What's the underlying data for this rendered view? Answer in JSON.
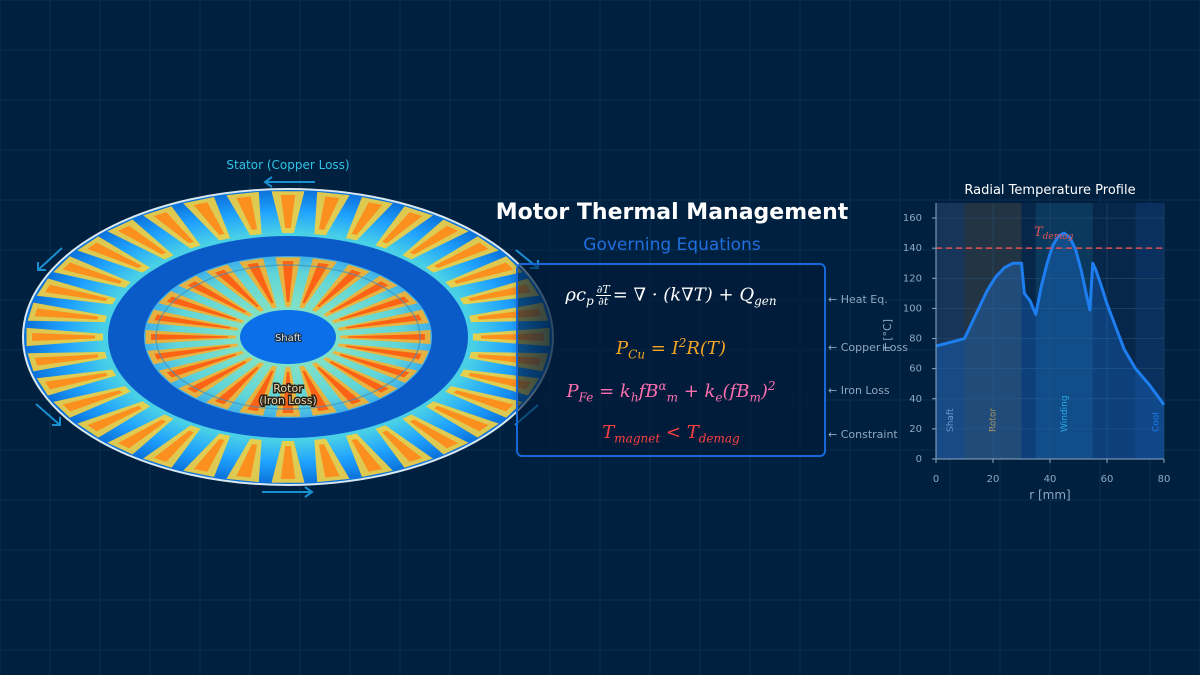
{
  "motor": {
    "stator_label": "Stator (Copper Loss)",
    "rotor_label_line1": "Rotor",
    "rotor_label_line2": "(Iron Loss)",
    "shaft_label": "Shaft"
  },
  "equations": {
    "title": "Motor Thermal Management",
    "subtitle": "Governing Equations",
    "items": [
      {
        "note": "← Heat Eq.",
        "color": "#ffffff"
      },
      {
        "note": "← Copper Loss",
        "color": "#f5a623"
      },
      {
        "note": "← Iron Loss",
        "color": "#ff6fb0"
      },
      {
        "note": "← Constraint",
        "color": "#ff4040"
      }
    ],
    "heat_eq": {
      "lhs": "ρc",
      "sub_p": "p",
      "num": "∂T",
      "den": "∂t",
      "rhs": "= ∇ · (k∇T) + Q",
      "sub_gen": "gen"
    },
    "copper": {
      "a": "P",
      "sub": "Cu",
      "b": " = I",
      "sup": "2",
      "c": "R(T)"
    },
    "iron": {
      "a": "P",
      "sub": "Fe",
      "b": " = k",
      "sub_h": "h",
      "c": "fB",
      "sup_a": "α",
      "sub_m": "m",
      "d": " + k",
      "sub_e": "e",
      "e": "(fB",
      "sub_m2": "m",
      "f": ")",
      "sup_2": "2"
    },
    "constraint": {
      "a": "T",
      "sub": "magnet",
      "b": " < T",
      "sub2": "demag"
    }
  },
  "colors": {
    "background": "#00203f",
    "accent": "#1f6fe0",
    "profile_line": "#1e7ef0",
    "demag_line": "#e05050"
  },
  "chart_data": {
    "type": "area",
    "title": "Radial Temperature Profile",
    "xlabel": "r [mm]",
    "ylabel": "T [°C]",
    "xlim": [
      0,
      80
    ],
    "ylim": [
      0,
      170
    ],
    "xticks": [
      0,
      20,
      40,
      60,
      80
    ],
    "yticks": [
      0,
      20,
      40,
      60,
      80,
      100,
      120,
      140,
      160
    ],
    "grid": true,
    "series": [
      {
        "x": [
          0,
          10,
          12,
          15,
          18,
          21,
          24,
          27,
          30,
          31,
          33,
          35,
          37,
          39,
          41,
          43,
          45,
          47,
          49,
          51,
          53,
          54,
          55,
          56,
          58,
          60,
          63,
          66,
          70,
          75,
          80
        ],
        "y": [
          75,
          80,
          88,
          100,
          112,
          121,
          127,
          130,
          130,
          110,
          105,
          96,
          115,
          130,
          142,
          148,
          150,
          147,
          139,
          125,
          107,
          99,
          130,
          126,
          115,
          103,
          88,
          73,
          60,
          49,
          36
        ]
      }
    ],
    "reference_line": {
      "y": 140,
      "label_main": "T",
      "label_sub": "demag"
    },
    "regions": [
      {
        "label": "Shaft",
        "x0": 0,
        "x1": 10,
        "color": "#8fa7bf"
      },
      {
        "label": "Rotor",
        "x0": 10,
        "x1": 30,
        "color": "#f5a623"
      },
      {
        "label": "Winding",
        "x0": 35,
        "x1": 55,
        "color": "#2ec3e6"
      },
      {
        "label": "Cool",
        "x0": 70,
        "x1": 80,
        "color": "#1e7ef0"
      }
    ]
  }
}
